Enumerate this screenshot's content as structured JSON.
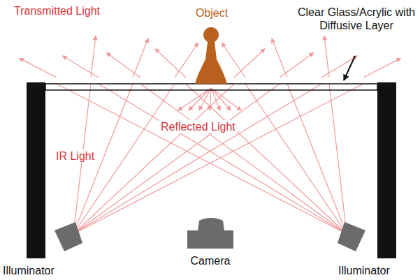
{
  "diagram": {
    "labels": [
      "Object",
      "Clear Glass/Acrylic with Diffusive Layer",
      "Transmitted Light",
      "Reflected Light",
      "IR Light",
      "Illuminator",
      "Camera",
      "Illuminator"
    ]
  }
}
